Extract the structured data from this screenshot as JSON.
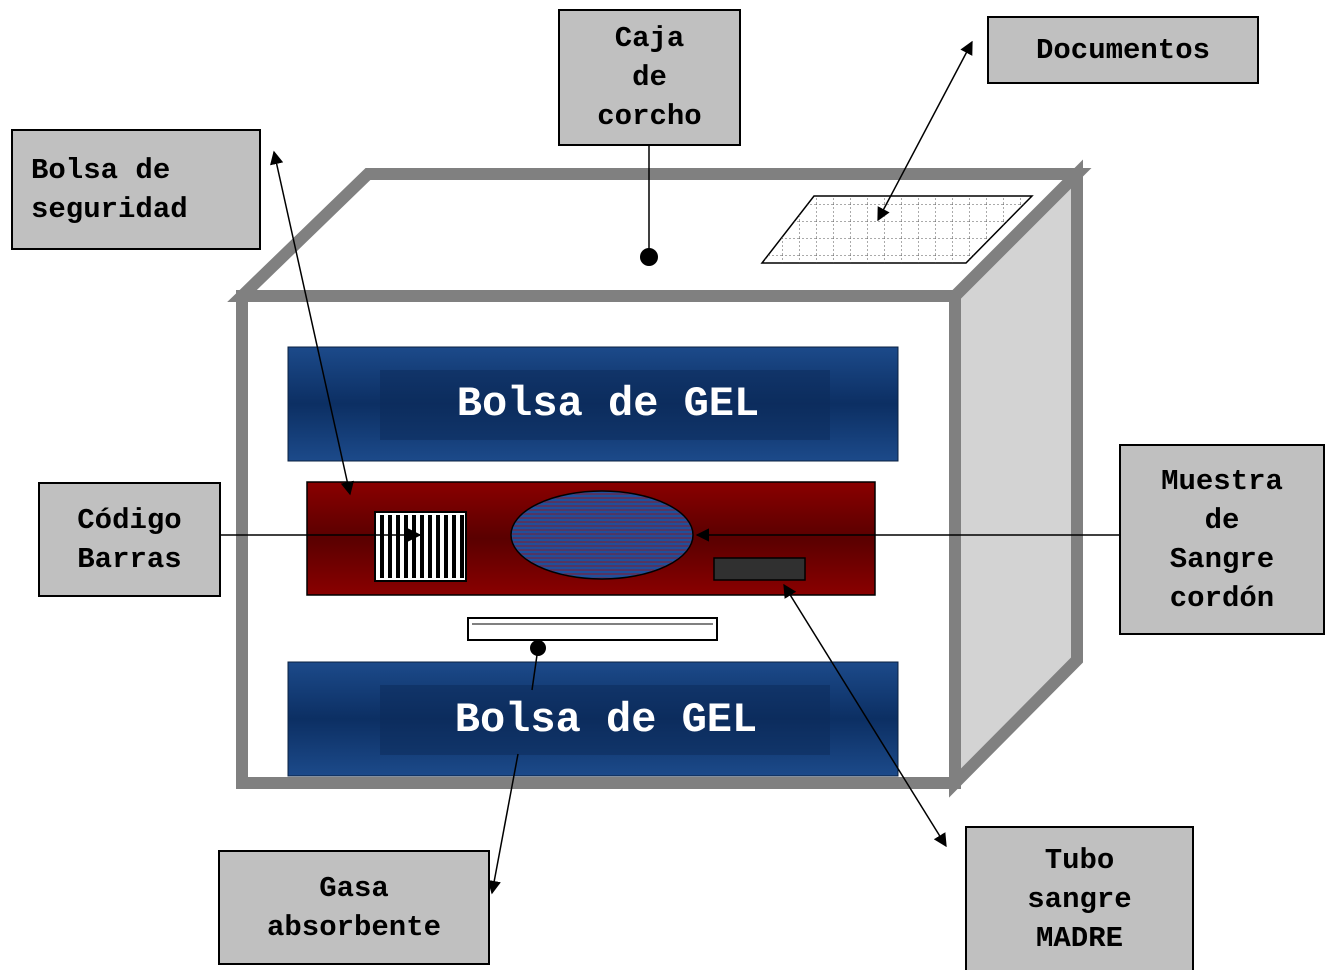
{
  "labels": {
    "caja": [
      "Caja",
      "de",
      "corcho"
    ],
    "documentos": [
      "Documentos"
    ],
    "bolsa_seguridad": [
      "Bolsa de",
      "seguridad"
    ],
    "codigo_barras": [
      "Código",
      "Barras"
    ],
    "muestra": [
      "Muestra",
      "de",
      "Sangre",
      "cordón"
    ],
    "gasa": [
      "Gasa",
      "absorbente"
    ],
    "tubo": [
      "Tubo",
      "sangre",
      "MADRE"
    ]
  },
  "gel_bags": {
    "top": "Bolsa de GEL",
    "bottom": "Bolsa de GEL"
  },
  "colors": {
    "box_stroke": "#808080",
    "box_side": "#d3d3d3",
    "gel_bag": "#0f3a73",
    "sample_bag": "#7a0000",
    "label_fill": "#c0c0c0"
  }
}
